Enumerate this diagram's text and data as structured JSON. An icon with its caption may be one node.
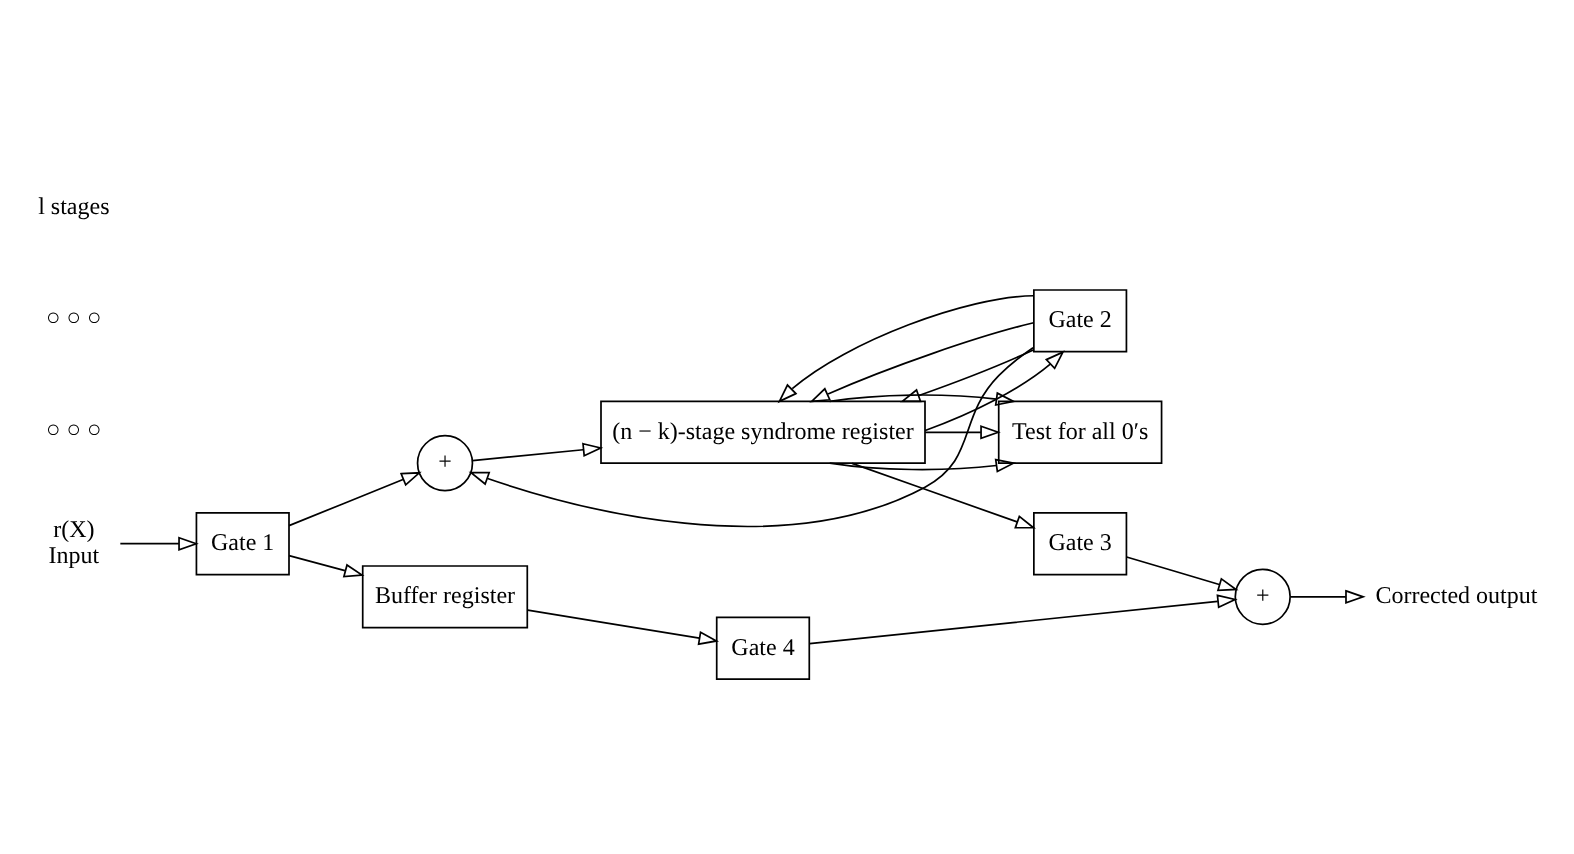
{
  "diagram": {
    "nodes": [
      {
        "text": [
          "r(X)",
          "Input"
        ]
      },
      {
        "text": [
          "Gate 1"
        ]
      },
      {
        "text": [
          "+"
        ]
      },
      {
        "text": [
          "(n − k)-stage syndrome register"
        ]
      },
      {
        "text": [
          "Gate 2"
        ]
      },
      {
        "text": [
          "Test for all 0′s"
        ]
      },
      {
        "text": [
          "Gate 3"
        ]
      },
      {
        "text": [
          "Buffer register"
        ]
      },
      {
        "text": [
          "Gate 4"
        ]
      },
      {
        "text": [
          "+"
        ]
      },
      {
        "text": [
          "Corrected output"
        ]
      }
    ],
    "edges": [
      {
        "from": 0,
        "to": 1,
        "arrow": "to"
      },
      {
        "from": 1,
        "to": 2,
        "arrow": "to"
      },
      {
        "from": 1,
        "to": 7,
        "arrow": "to"
      },
      {
        "from": 2,
        "to": 3,
        "arrow": "to"
      },
      {
        "from": 3,
        "to": 4,
        "arrow": "to"
      },
      {
        "from": 3,
        "to": 6,
        "arrow": "to"
      },
      {
        "from": 4,
        "to": 2,
        "arrow": "to"
      },
      {
        "from": 4,
        "to": 3,
        "arrow": "to"
      },
      {
        "from": 4,
        "to": 3,
        "arrow": "to"
      },
      {
        "from": 4,
        "to": 3,
        "arrow": "to"
      },
      {
        "from": 3,
        "to": 5,
        "arrow": "to"
      },
      {
        "from": 3,
        "to": 5,
        "arrow": "to"
      },
      {
        "from": 3,
        "to": 5,
        "arrow": "to"
      },
      {
        "from": 6,
        "to": 9,
        "arrow": "to"
      },
      {
        "from": 7,
        "to": 8,
        "arrow": "to"
      },
      {
        "from": 8,
        "to": 9,
        "arrow": "to"
      },
      {
        "from": 9,
        "to": 10,
        "arrow": "to"
      }
    ],
    "labels": [
      "○ ○ ○",
      "○ ○ ○",
      "l stages"
    ]
  }
}
